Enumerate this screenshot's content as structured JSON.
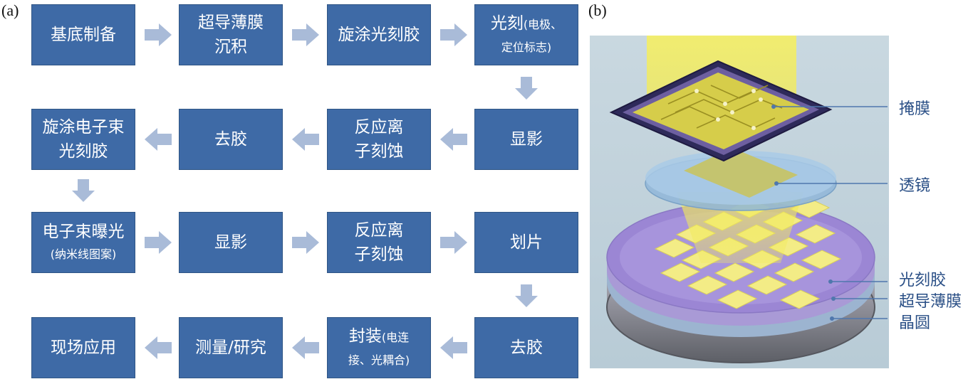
{
  "labels": {
    "a": "(a)",
    "b": "(b)"
  },
  "steps": {
    "s1": "基底制备",
    "s2": "超导薄膜沉积",
    "s2a": "超导薄膜",
    "s2b": "沉积",
    "s3": "旋涂光刻胶",
    "s4a": "光刻",
    "s4b": "(电极、",
    "s4c": "定位标志)",
    "s5": "显影",
    "s6a": "反应离",
    "s6b": "子刻蚀",
    "s7": "去胶",
    "s8a": "旋涂电子束",
    "s8b": "光刻胶",
    "s9a": "电子束曝光",
    "s9b": "(纳米线图案)",
    "s10": "显影",
    "s11a": "反应离",
    "s11b": "子刻蚀",
    "s12": "划片",
    "s13": "去胶",
    "s14a": "封装",
    "s14b": "(电连",
    "s14c": "接、光耦合)",
    "s15": "测量/研究",
    "s16": "现场应用"
  },
  "callouts": {
    "mask": "掩膜",
    "lens": "透镜",
    "resist": "光刻胶",
    "film": "超导薄膜",
    "wafer": "晶圆"
  },
  "colors": {
    "box": "#3e6aa6",
    "arrow": "#a9bbd8",
    "callout": "#2a4f86"
  }
}
